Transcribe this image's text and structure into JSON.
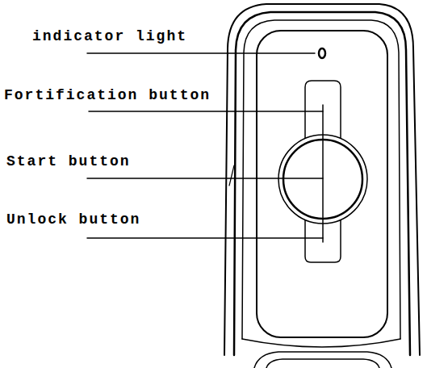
{
  "diagram": {
    "labels": [
      "indicator light",
      "Fortification button",
      "Start button",
      "Unlock button"
    ]
  }
}
